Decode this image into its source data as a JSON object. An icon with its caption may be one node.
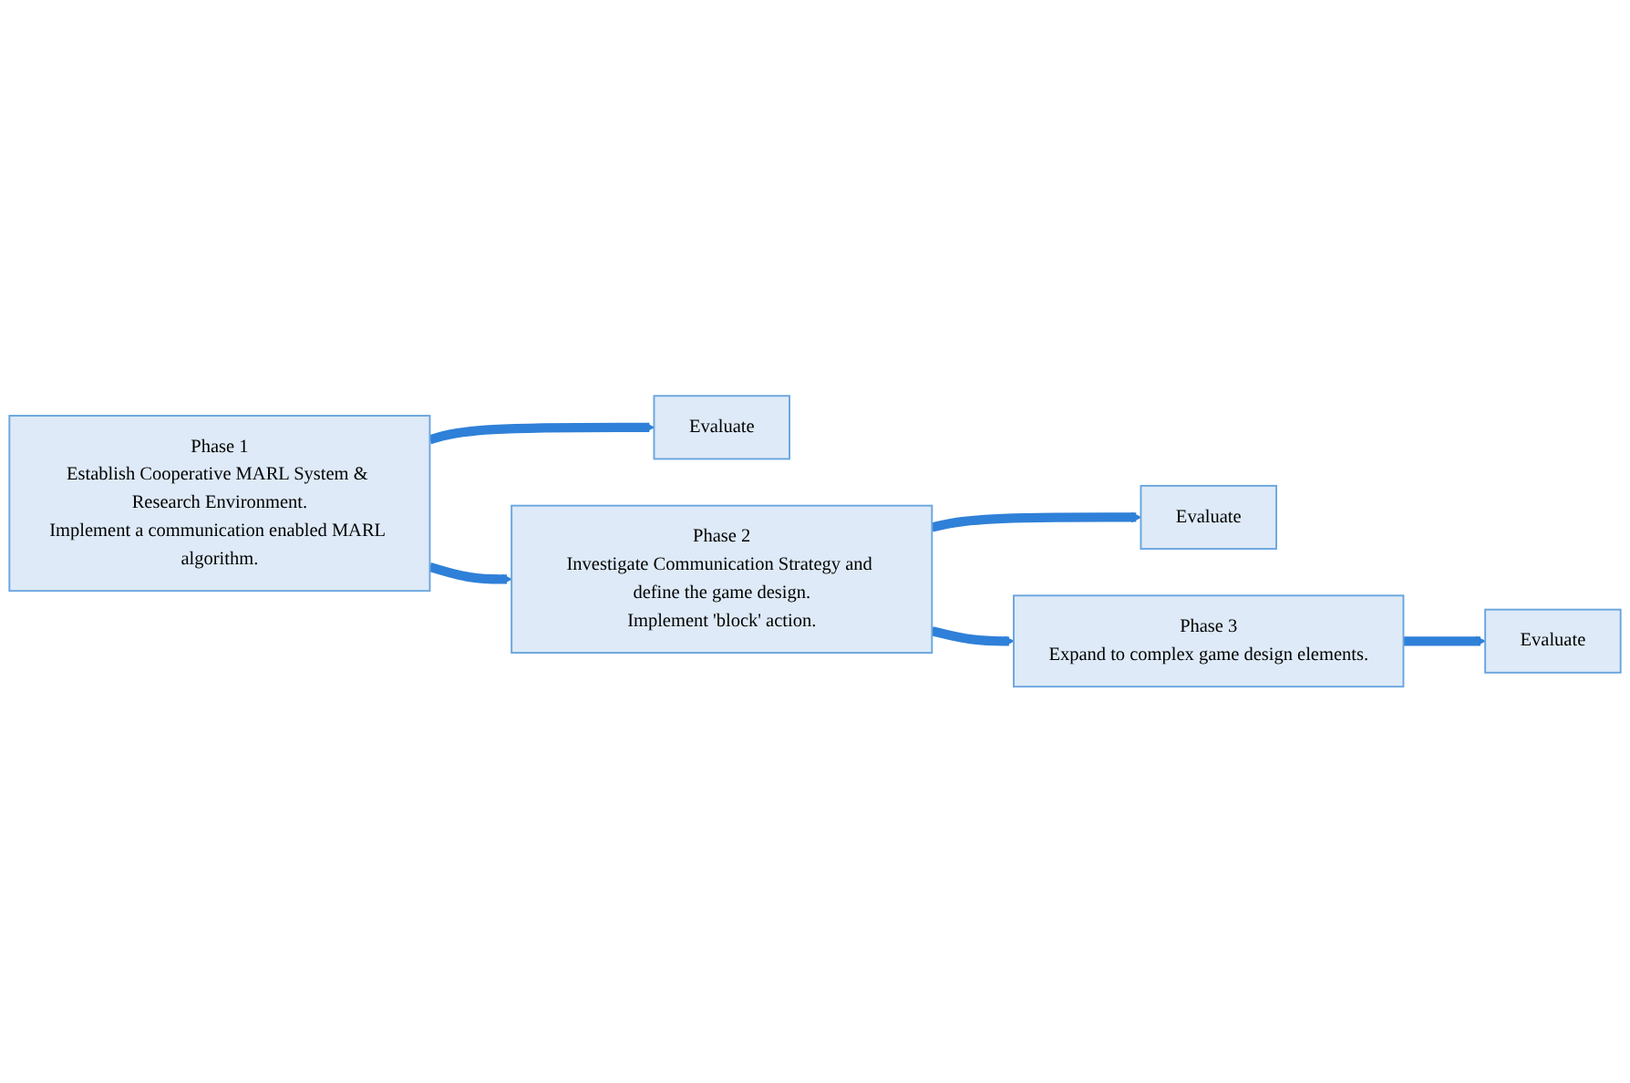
{
  "diagram": {
    "nodes": [
      {
        "text": [
          "Phase 1",
          "Establish Cooperative MARL System & Research Environment.",
          "Implement a communication enabled MARL algorithm."
        ]
      },
      {
        "text": [
          "Evaluate"
        ]
      },
      {
        "text": [
          "Phase 2",
          "Investigate Communication Strategy and define the game design.",
          "Implement 'block' action."
        ]
      },
      {
        "text": [
          "Evaluate"
        ]
      },
      {
        "text": [
          "Phase 3",
          "Expand to complex game design elements."
        ]
      },
      {
        "text": [
          "Evaluate"
        ]
      }
    ],
    "edges": [
      {
        "from": 0,
        "to": 1,
        "arrow": "to"
      },
      {
        "from": 0,
        "to": 2,
        "arrow": "to"
      },
      {
        "from": 2,
        "to": 3,
        "arrow": "to"
      },
      {
        "from": 2,
        "to": 4,
        "arrow": "to"
      },
      {
        "from": 4,
        "to": 5,
        "arrow": "to"
      }
    ]
  }
}
